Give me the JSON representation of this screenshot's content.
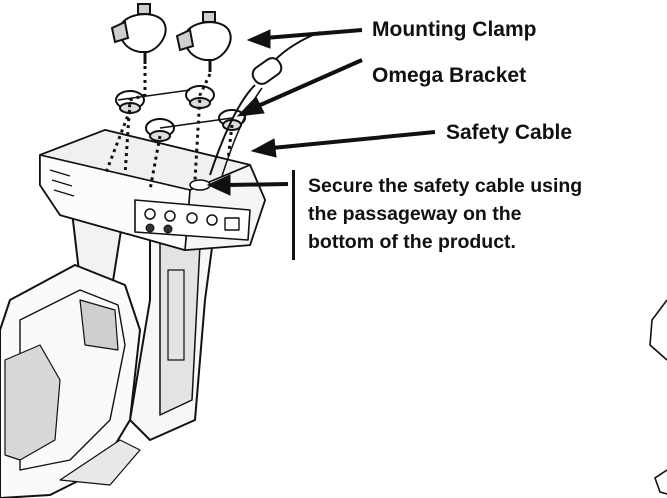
{
  "labels": {
    "mounting_clamp": "Mounting Clamp",
    "omega_bracket": "Omega Bracket",
    "safety_cable": "Safety Cable"
  },
  "note": {
    "lines": [
      "Secure the safety cable using",
      "the passageway on the",
      "bottom of the product."
    ]
  },
  "colors": {
    "ink": "#111111",
    "background": "#ffffff",
    "fixture_shade": "#cfcfcf"
  },
  "icons": {
    "mounting_clamp": "clamp-icon",
    "omega_bracket": "omega-bracket-icon",
    "safety_cable": "safety-cable-icon",
    "fixture": "moving-head-fixture-icon"
  }
}
